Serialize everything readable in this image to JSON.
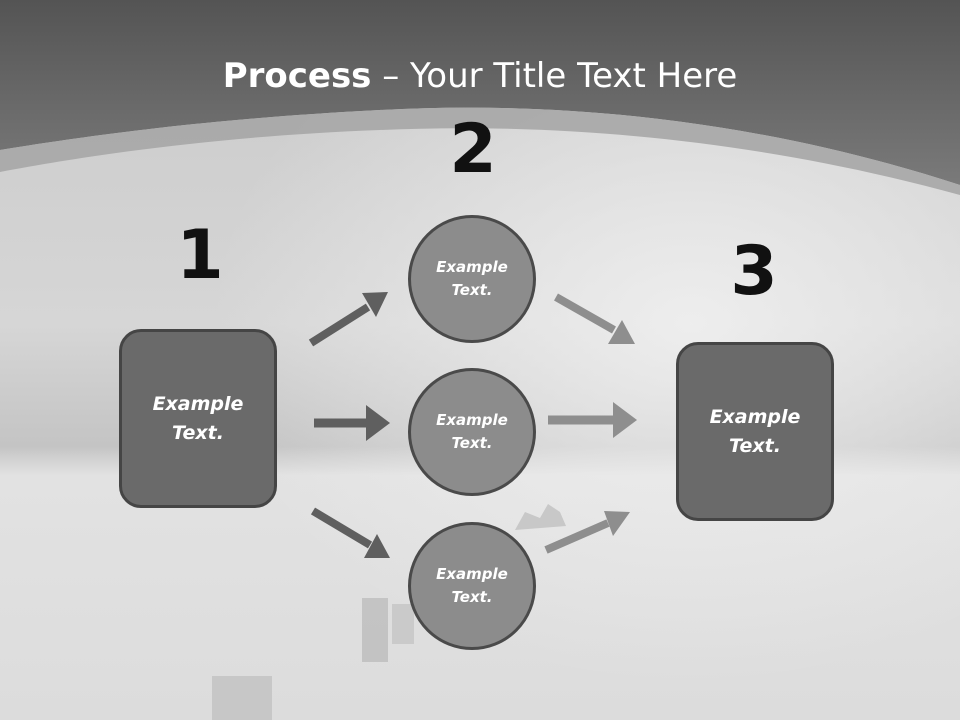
{
  "title": {
    "bold": "Process",
    "rest": " – Your Title Text Here"
  },
  "steps": [
    {
      "number": "1",
      "label": "Example Text."
    },
    {
      "number": "2",
      "labels": [
        "Example Text.",
        "Example Text.",
        "Example Text."
      ]
    },
    {
      "number": "3",
      "label": "Example Text."
    }
  ],
  "colors": {
    "header": "#6a6a6a",
    "box_fill": "#6a6a6a",
    "circle_fill": "#8c8c8c",
    "arrow_dark": "#5f5f5f",
    "arrow_light": "#8e8e8e"
  }
}
